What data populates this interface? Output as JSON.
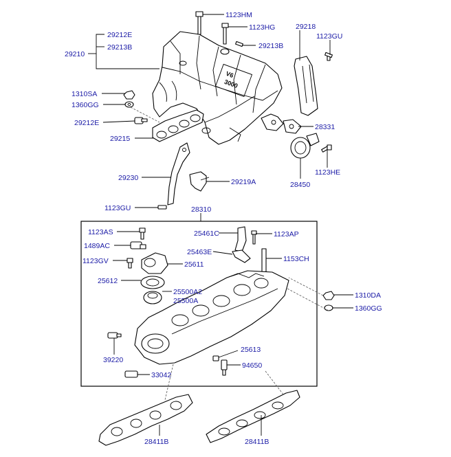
{
  "diagram": {
    "labels": {
      "p1123HM": "1123HM",
      "p1123HG": "1123HG",
      "p29218": "29218",
      "p1123GU_top": "1123GU",
      "p29212E_top": "29212E",
      "p29213B_left": "29213B",
      "p29210": "29210",
      "p29213B_right": "29213B",
      "p1310SA": "1310SA",
      "p1360GG_top": "1360GG",
      "p29212E_mid": "29212E",
      "p28331": "28331",
      "p29215": "29215",
      "p1123HE": "1123HE",
      "p28450": "28450",
      "p29230": "29230",
      "p29219A": "29219A",
      "p1123GU_mid": "1123GU",
      "p28310": "28310",
      "p1123AS": "1123AS",
      "p25461C": "25461C",
      "p1123AP": "1123AP",
      "p1489AC": "1489AC",
      "p25463E": "25463E",
      "p1123GV": "1123GV",
      "p25611": "25611",
      "p1153CH": "1153CH",
      "p25612": "25612",
      "p25500A2": "25500A2",
      "p25500A": "25500A",
      "p1310DA": "1310DA",
      "p1360GG_right": "1360GG",
      "p39220": "39220",
      "p25613": "25613",
      "p94650": "94650",
      "p33042": "33042",
      "p28411B_left": "28411B",
      "p28411B_right": "28411B"
    },
    "emboss_text": [
      "V6",
      "3000"
    ],
    "colors": {
      "label": "#1a1aa6",
      "line": "#000000"
    }
  }
}
